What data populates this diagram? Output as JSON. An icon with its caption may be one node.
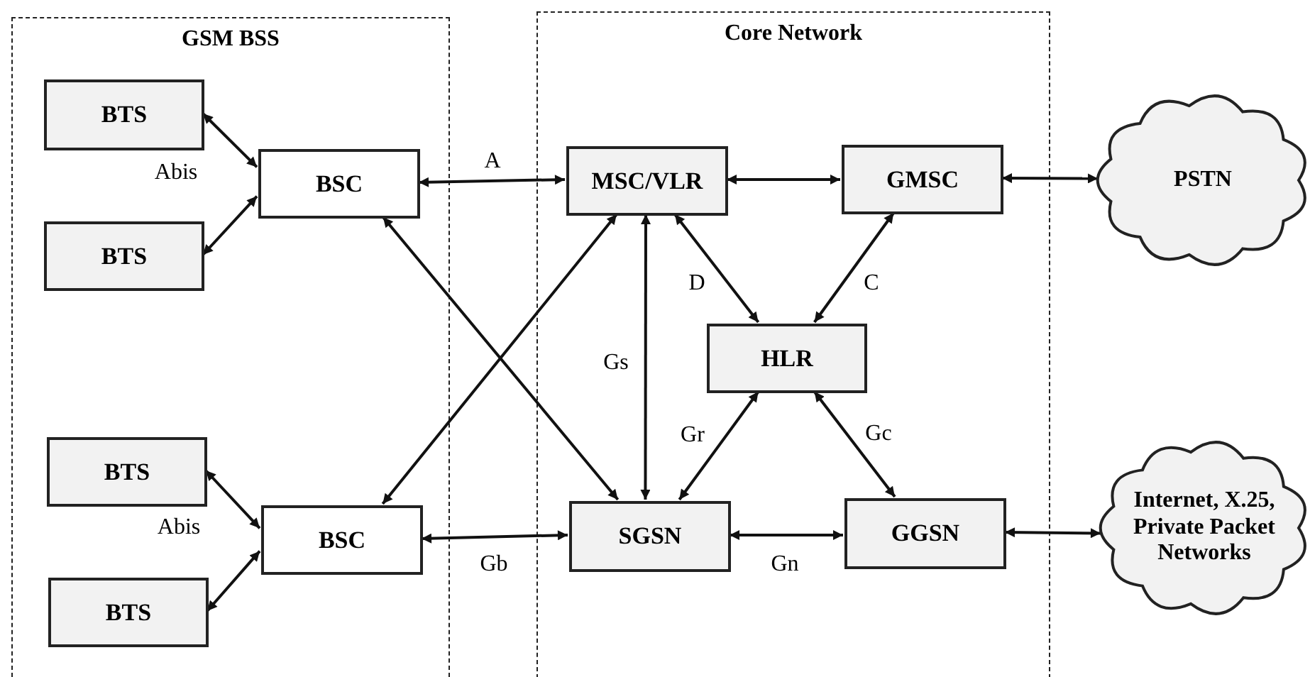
{
  "diagram": {
    "nodes": [
      {
        "text": [
          "GSM BSS"
        ]
      },
      {
        "text": [
          "BTS"
        ],
        "in": 0
      },
      {
        "text": [
          "BTS"
        ],
        "in": 0
      },
      {
        "text": [
          "BSC"
        ],
        "in": 0
      },
      {
        "text": [
          "BTS"
        ],
        "in": 0
      },
      {
        "text": [
          "BTS"
        ],
        "in": 0
      },
      {
        "text": [
          "BSC"
        ],
        "in": 0
      },
      {
        "text": [
          "Core Network"
        ]
      },
      {
        "text": [
          "MSC/VLR"
        ],
        "in": 7
      },
      {
        "text": [
          "GMSC"
        ],
        "in": 7
      },
      {
        "text": [
          "HLR"
        ],
        "in": 7
      },
      {
        "text": [
          "SGSN"
        ],
        "in": 7
      },
      {
        "text": [
          "GGSN"
        ],
        "in": 7
      },
      {
        "text": [
          "PSTN"
        ]
      },
      {
        "text": [
          "Internet, X.25, Private Packet Networks"
        ]
      }
    ],
    "edges": [
      {
        "from": 1,
        "to": 3,
        "arrow": "both"
      },
      {
        "from": 2,
        "to": 3,
        "arrow": "both"
      },
      {
        "from": 3,
        "to": 8,
        "arrow": "both",
        "label": "A"
      },
      {
        "from": 3,
        "to": 11,
        "arrow": "both"
      },
      {
        "from": 6,
        "to": 8,
        "arrow": "both"
      },
      {
        "from": 4,
        "to": 6,
        "arrow": "both"
      },
      {
        "from": 5,
        "to": 6,
        "arrow": "both"
      },
      {
        "from": 6,
        "to": 11,
        "arrow": "both",
        "label": "Gb"
      },
      {
        "from": 8,
        "to": 9,
        "arrow": "both"
      },
      {
        "from": 9,
        "to": 13,
        "arrow": "both"
      },
      {
        "from": 8,
        "to": 10,
        "arrow": "both",
        "label": "D"
      },
      {
        "from": 9,
        "to": 10,
        "arrow": "both",
        "label": "C"
      },
      {
        "from": 8,
        "to": 11,
        "arrow": "both",
        "label": "Gs"
      },
      {
        "from": 10,
        "to": 11,
        "arrow": "both",
        "label": "Gr"
      },
      {
        "from": 10,
        "to": 12,
        "arrow": "both",
        "label": "Gc"
      },
      {
        "from": 11,
        "to": 12,
        "arrow": "both",
        "label": "Gn"
      },
      {
        "from": 12,
        "to": 14,
        "arrow": "both"
      }
    ],
    "labels": [
      "Abis",
      "Abis"
    ]
  }
}
